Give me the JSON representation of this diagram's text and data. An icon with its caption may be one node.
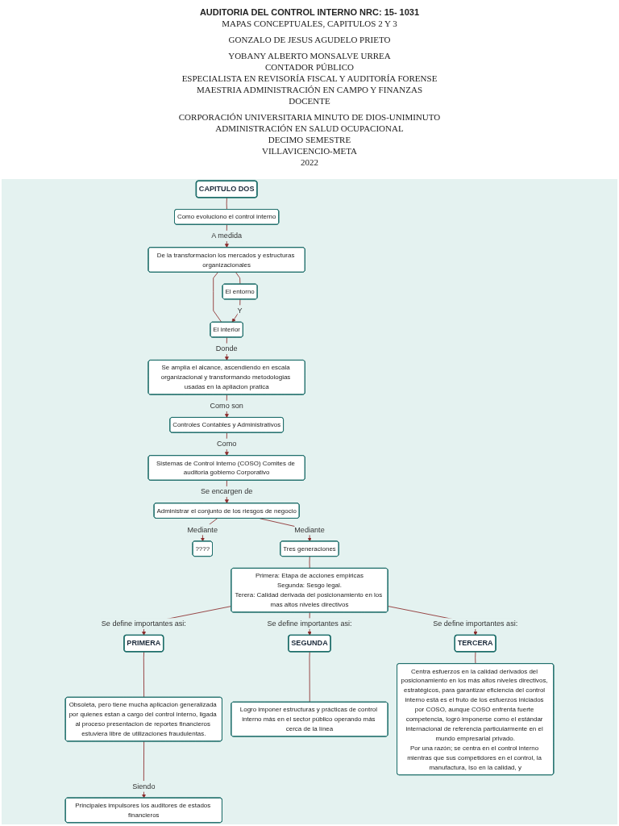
{
  "diagram": {
    "title": "AUDITORIA DEL CONTROL INTERNO NRC: 15- 1031",
    "nodes": [
      {
        "text": [
          "CAPITULO DOS"
        ]
      },
      {
        "text": [
          "Como evoluciono el control interno"
        ]
      },
      {
        "text": [
          "De la transformacion los mercados y estructuras organizacionales"
        ]
      },
      {
        "text": [
          "Se amplia el alcance, ascendiendo en escala organizacional y transformando metodologias usadas en la apliacion pratica"
        ]
      },
      {
        "text": [
          "El entorno"
        ]
      },
      {
        "text": [
          "El interior"
        ]
      },
      {
        "text": [
          "Controles Contables y Administrativos"
        ]
      },
      {
        "text": [
          "Sistemas de Control Interno (COSO) Comites de auditoria gobiemo Corporativo"
        ]
      },
      {
        "text": [
          "Administrar el conjunto de los riesgos de negocio"
        ]
      },
      {
        "text": [
          "????"
        ]
      },
      {
        "text": [
          "Tres generaciones"
        ]
      },
      {
        "text": [
          "Primera: Etapa de acciones empiricas",
          "Segunda: Sesgo legal.",
          "Terera: Calidad derivada del posicionamiento en los mas altos niveles directivos"
        ]
      },
      {
        "text": [
          "PRIMERA"
        ]
      },
      {
        "text": [
          "SEGUNDA"
        ]
      },
      {
        "text": [
          "TERCERA"
        ]
      },
      {
        "text": [
          "Obsoleta, pero tiene mucha aplicacion generalizada por quienes estan a cargo del control interno, ligada al proceso presentacion de reportes financieros estuviera libre de utilizaciones fraudulentas."
        ]
      },
      {
        "text": [
          "Principales impulsores los auditores de estados financieros"
        ]
      },
      {
        "text": [
          "Logro imponer estructuras y prácticas de control interno más en el sector público operando más cerca de la línea"
        ]
      },
      {
        "text": [
          "Centra esfuerzos en la calidad derivados del posicionamiento en los más altos niveles directivos, estratégicos, para garantizar eficiencia del control interno está es el fruto de los esfuerzos iniciados por COSO, aunque COSO enfrenta fuerte competencia, logró imponerse como el estándar internacional de referencia particularmente en el mundo empresarial privado.",
          "Por una razón; se centra en el control interno mientras que sus competidores en el control, la manufactura, Iso en la calidad, y"
        ]
      }
    ],
    "edges": [
      {
        "from": 0,
        "to": 1,
        "arrow": "none"
      },
      {
        "from": 1,
        "to": 2,
        "arrow": "to",
        "label": "A medida"
      },
      {
        "from": 2,
        "to": 4,
        "arrow": "none"
      },
      {
        "from": 2,
        "to": 5,
        "arrow": "none"
      },
      {
        "from": 4,
        "to": 5,
        "arrow": "to",
        "label": "Y"
      },
      {
        "from": 5,
        "to": 3,
        "arrow": "to",
        "label": "Donde"
      },
      {
        "from": 3,
        "to": 6,
        "arrow": "to",
        "label": "Como son"
      },
      {
        "from": 6,
        "to": 7,
        "arrow": "to",
        "label": "Como"
      },
      {
        "from": 7,
        "to": 8,
        "arrow": "to",
        "label": "Se encargen de"
      },
      {
        "from": 8,
        "to": 9,
        "arrow": "to",
        "label": "Mediante"
      },
      {
        "from": 8,
        "to": 10,
        "arrow": "to",
        "label": "Mediante"
      },
      {
        "from": 10,
        "to": 11,
        "arrow": "none"
      },
      {
        "from": 11,
        "to": 12,
        "arrow": "to",
        "label": "Se define importantes asi:"
      },
      {
        "from": 11,
        "to": 13,
        "arrow": "to",
        "label": "Se define importantes asi:"
      },
      {
        "from": 11,
        "to": 14,
        "arrow": "to",
        "label": "Se define importantes asi:"
      },
      {
        "from": 12,
        "to": 15,
        "arrow": "none"
      },
      {
        "from": 15,
        "to": 16,
        "arrow": "to",
        "label": "Siendo"
      },
      {
        "from": 13,
        "to": 17,
        "arrow": "none"
      },
      {
        "from": 14,
        "to": 18,
        "arrow": "none"
      }
    ],
    "labels": [
      "MAPAS CONCEPTUALES, CAPITULOS 2 Y 3",
      "GONZALO DE JESUS AGUDELO PRIETO",
      "YOBANY ALBERTO MONSALVE URREA",
      "CONTADOR PÚBLICO",
      "ESPECIALISTA EN REVISORÍA FISCAL Y AUDITORÍA FORENSE",
      "MAESTRIA ADMINISTRACIÓN EN CAMPO Y FINANZAS",
      "DOCENTE",
      "CORPORACIÓN UNIVERSITARIA MINUTO DE DIOS-UNIMINUTO",
      "ADMINISTRACIÓN EN SALUD OCUPACIONAL",
      "DECIMO SEMESTRE",
      "VILLAVICENCIO-META",
      "2022"
    ]
  }
}
